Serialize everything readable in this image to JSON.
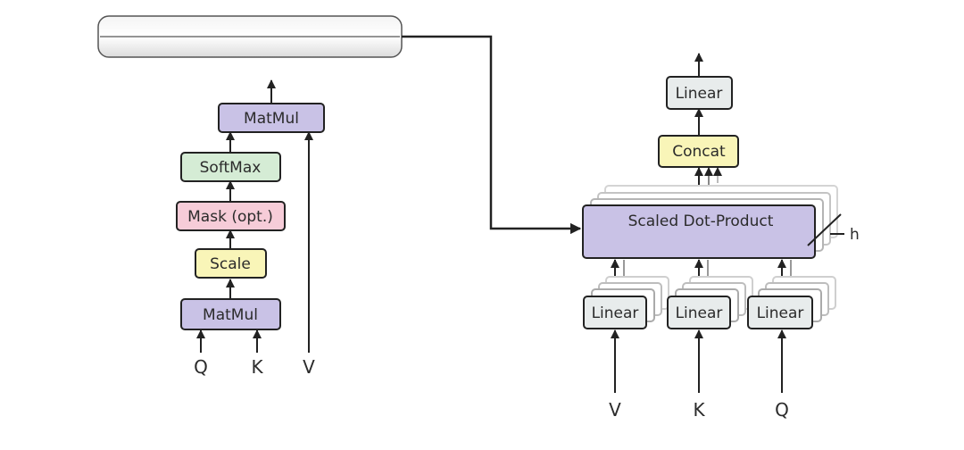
{
  "left_block": {
    "matmul_top": "MatMul",
    "softmax": "SoftMax",
    "mask": "Mask (opt.)",
    "scale": "Scale",
    "matmul_bottom": "MatMul",
    "input_q": "Q",
    "input_k": "K",
    "input_v": "V"
  },
  "right_block": {
    "linear_out": "Linear",
    "concat": "Concat",
    "attention": "Scaled Dot-Product",
    "heads_label": "h",
    "linear_v": "Linear",
    "linear_k": "Linear",
    "linear_q": "Linear",
    "input_v": "V",
    "input_k": "K",
    "input_q": "Q"
  },
  "colors": {
    "matmul": "#c9c2e6",
    "softmax": "#d5ecd5",
    "mask": "#f6ccd8",
    "scale": "#f9f5b8",
    "linear": "#e8ecec",
    "concat": "#f9f5b8",
    "attention": "#c9c2e6",
    "stroke": "#222222"
  }
}
